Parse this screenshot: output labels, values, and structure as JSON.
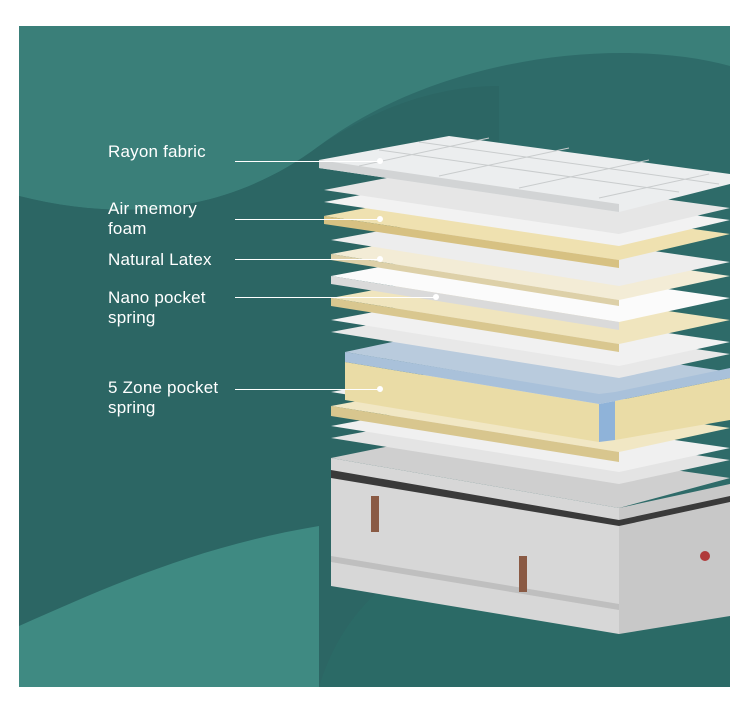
{
  "colors": {
    "background": "#2e6b69",
    "wave_light": "#3f8a82",
    "wave_dark": "#245755",
    "fabric": "#e9ebec",
    "foam": "#eadca6",
    "latex": "#f2ead0",
    "pocket_spring": "#8fb3d9",
    "base_border": "#d9d9d9",
    "handle": "#8a5a44"
  },
  "callouts": [
    {
      "id": "rayon-fabric",
      "text": "Rayon fabric"
    },
    {
      "id": "air-memory-foam",
      "text": "Air memory\nfoam"
    },
    {
      "id": "natural-latex",
      "text": "Natural Latex"
    },
    {
      "id": "nano-pocket-spring",
      "text": "Nano pocket\nspring"
    },
    {
      "id": "five-zone-pocket-spring",
      "text": "5 Zone pocket\nspring"
    }
  ]
}
